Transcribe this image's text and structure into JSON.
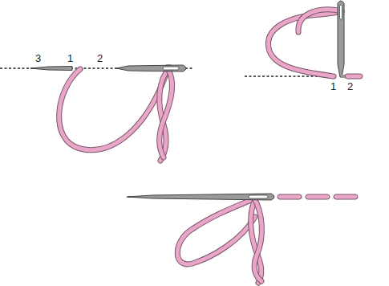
{
  "diagram": {
    "labels": [
      "3",
      "1",
      "2",
      "1",
      "2"
    ]
  }
}
